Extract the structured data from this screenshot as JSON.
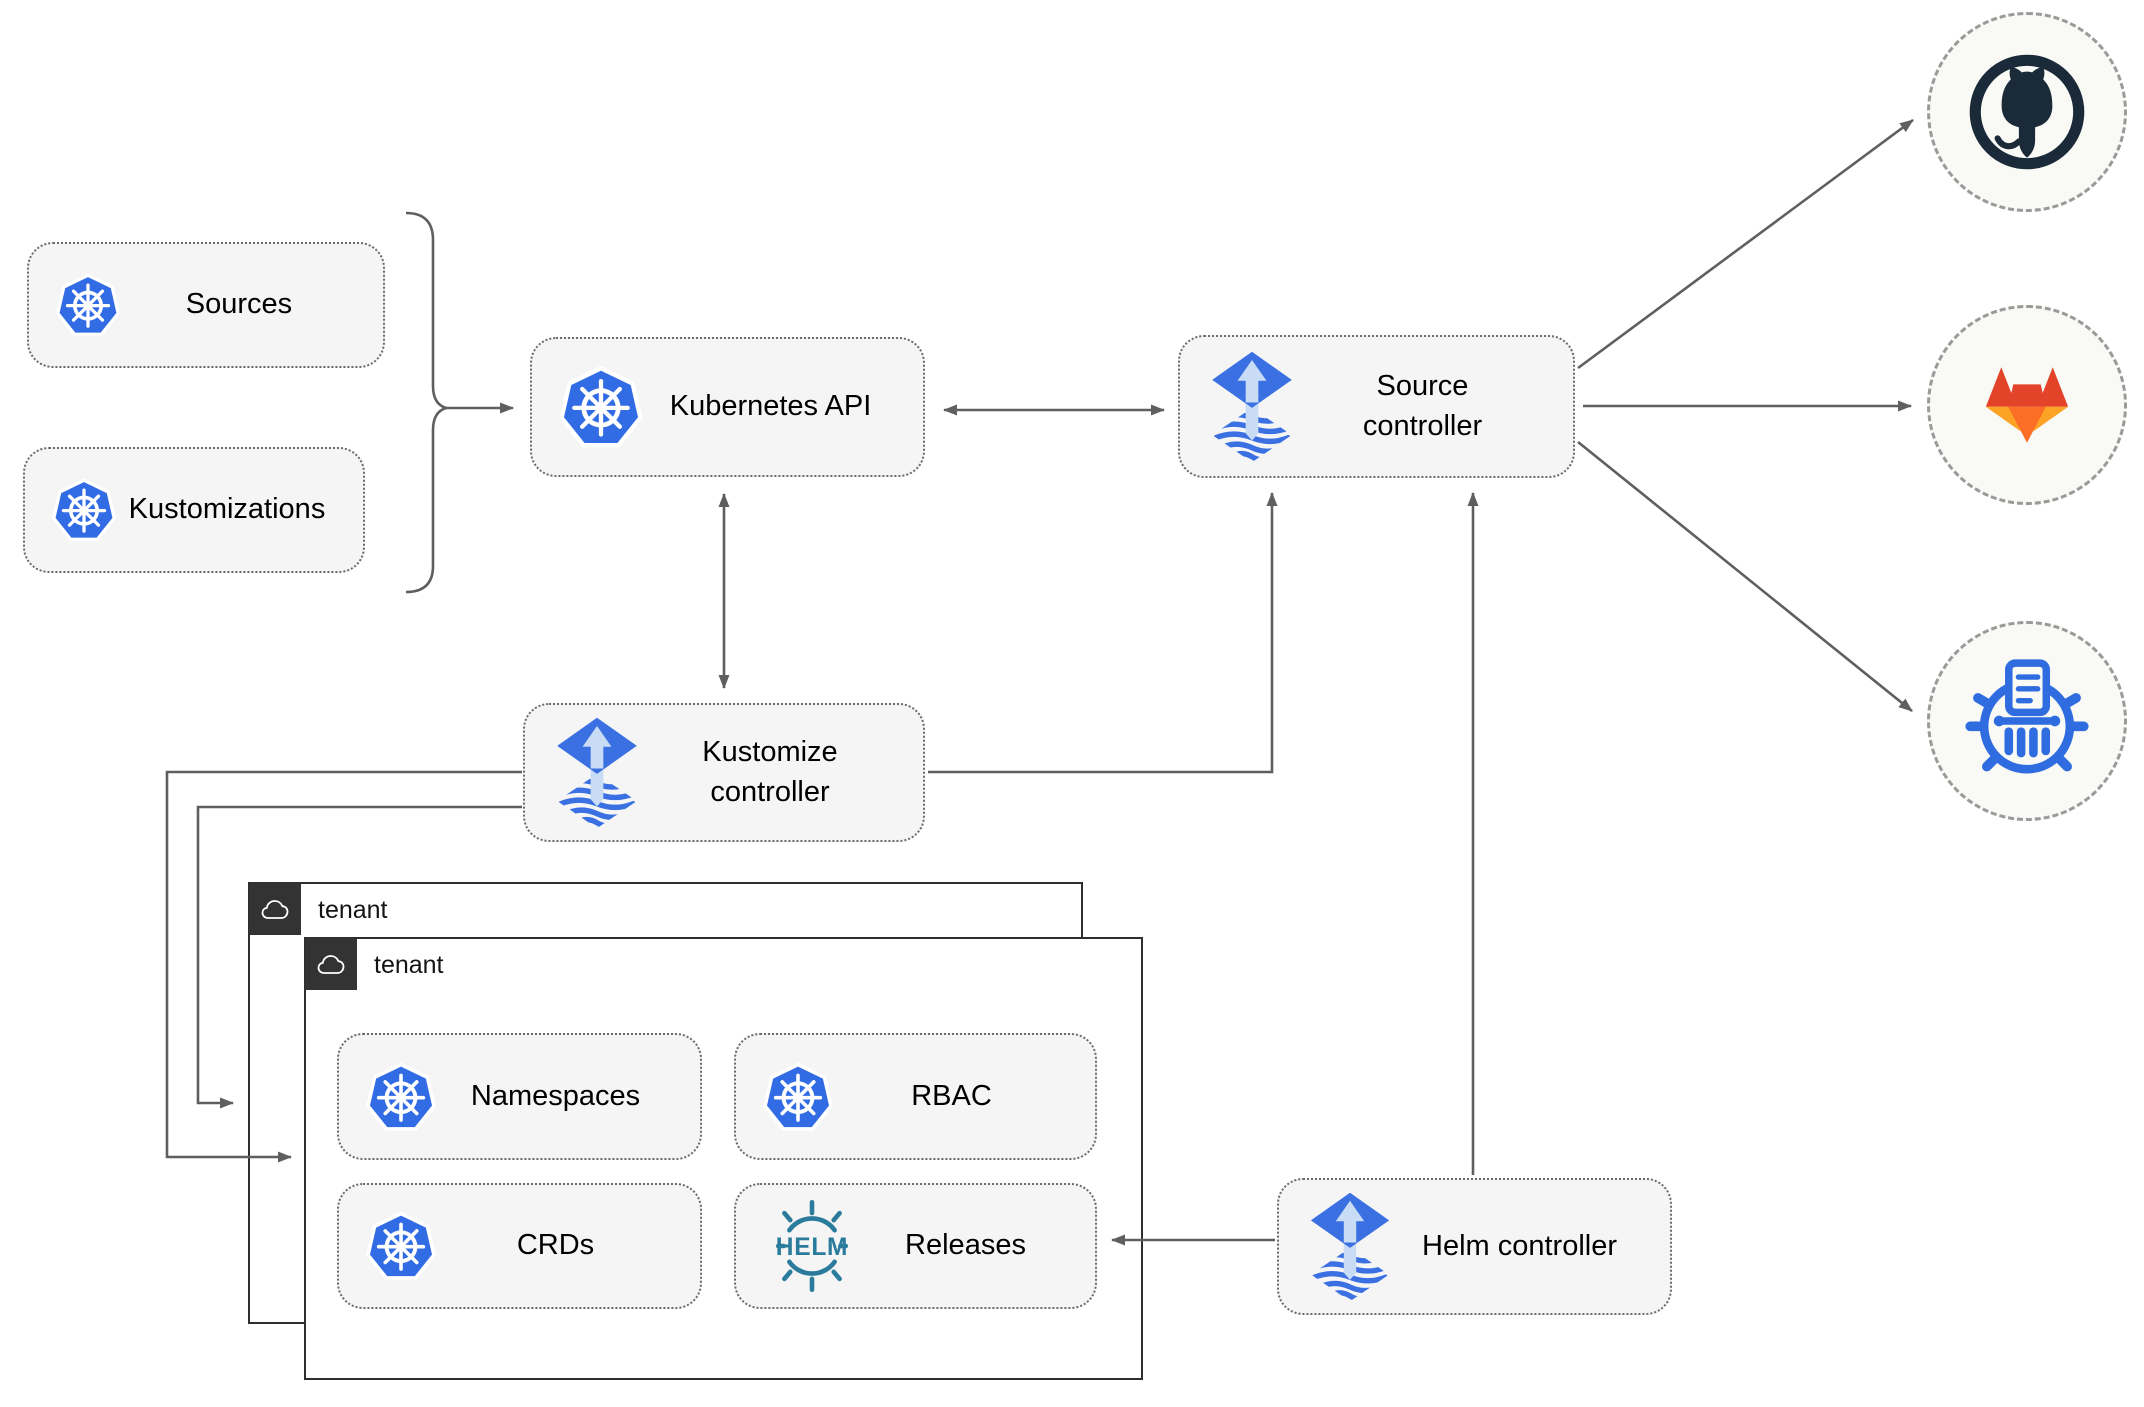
{
  "title": "Flux GitOps Kubernetes architecture diagram",
  "nodes": {
    "sources": {
      "label": "Sources",
      "icon": "kubernetes-logo"
    },
    "kustomizations": {
      "label": "Kustomizations",
      "icon": "kubernetes-logo"
    },
    "kubernetes_api": {
      "label": "Kubernetes API",
      "icon": "kubernetes-logo"
    },
    "source_controller": {
      "label": "Source controller",
      "icon": "flux-logo"
    },
    "kustomize_controller": {
      "label": "Kustomize controller",
      "icon": "flux-logo"
    },
    "helm_controller": {
      "label": "Helm controller",
      "icon": "flux-logo"
    },
    "namespaces": {
      "label": "Namespaces",
      "icon": "kubernetes-logo"
    },
    "rbac": {
      "label": "RBAC",
      "icon": "kubernetes-logo"
    },
    "crds": {
      "label": "CRDs",
      "icon": "kubernetes-logo"
    },
    "releases": {
      "label": "Releases",
      "icon": "helm-logo"
    }
  },
  "groups": {
    "tenant_back": {
      "label": "tenant",
      "icon": "cloud"
    },
    "tenant_front": {
      "label": "tenant",
      "icon": "cloud"
    }
  },
  "endpoints": {
    "github": {
      "icon": "github-logo"
    },
    "gitlab": {
      "icon": "gitlab-logo"
    },
    "chart_repository": {
      "icon": "chartmuseum-logo"
    }
  },
  "icons": {
    "helm_wordmark": "HELM"
  },
  "edges": [
    {
      "from": "sources+kustomizations",
      "to": "kubernetes_api",
      "style": "arrow"
    },
    {
      "from": "kubernetes_api",
      "to": "source_controller",
      "style": "double-arrow"
    },
    {
      "from": "kubernetes_api",
      "to": "kustomize_controller",
      "style": "double-arrow"
    },
    {
      "from": "kustomize_controller",
      "to": "source_controller",
      "style": "arrow"
    },
    {
      "from": "kustomize_controller",
      "to": "tenant_back",
      "style": "arrow"
    },
    {
      "from": "kustomize_controller",
      "to": "tenant_front",
      "style": "arrow"
    },
    {
      "from": "helm_controller",
      "to": "source_controller",
      "style": "arrow"
    },
    {
      "from": "helm_controller",
      "to": "releases",
      "style": "arrow"
    },
    {
      "from": "source_controller",
      "to": "github",
      "style": "arrow"
    },
    {
      "from": "source_controller",
      "to": "gitlab",
      "style": "arrow"
    },
    {
      "from": "source_controller",
      "to": "chart_repository",
      "style": "arrow"
    }
  ],
  "colors": {
    "kubernetes_blue": "#326ce5",
    "flux_blue": "#3a70e2",
    "flux_arrow_light": "#c9dcf6",
    "helm_teal": "#2a7b9c",
    "chartmuseum_blue": "#2f6ce0",
    "github_dark": "#1b2a38",
    "gitlab_red": "#e24329",
    "gitlab_orange": "#fc6d26",
    "gitlab_amber": "#fca326",
    "connector_gray": "#5f5f5f",
    "node_fill": "#f5f5f5",
    "node_border": "#616161",
    "tenant_header_bg": "#333333",
    "canvas_bg": "#ffffff"
  }
}
